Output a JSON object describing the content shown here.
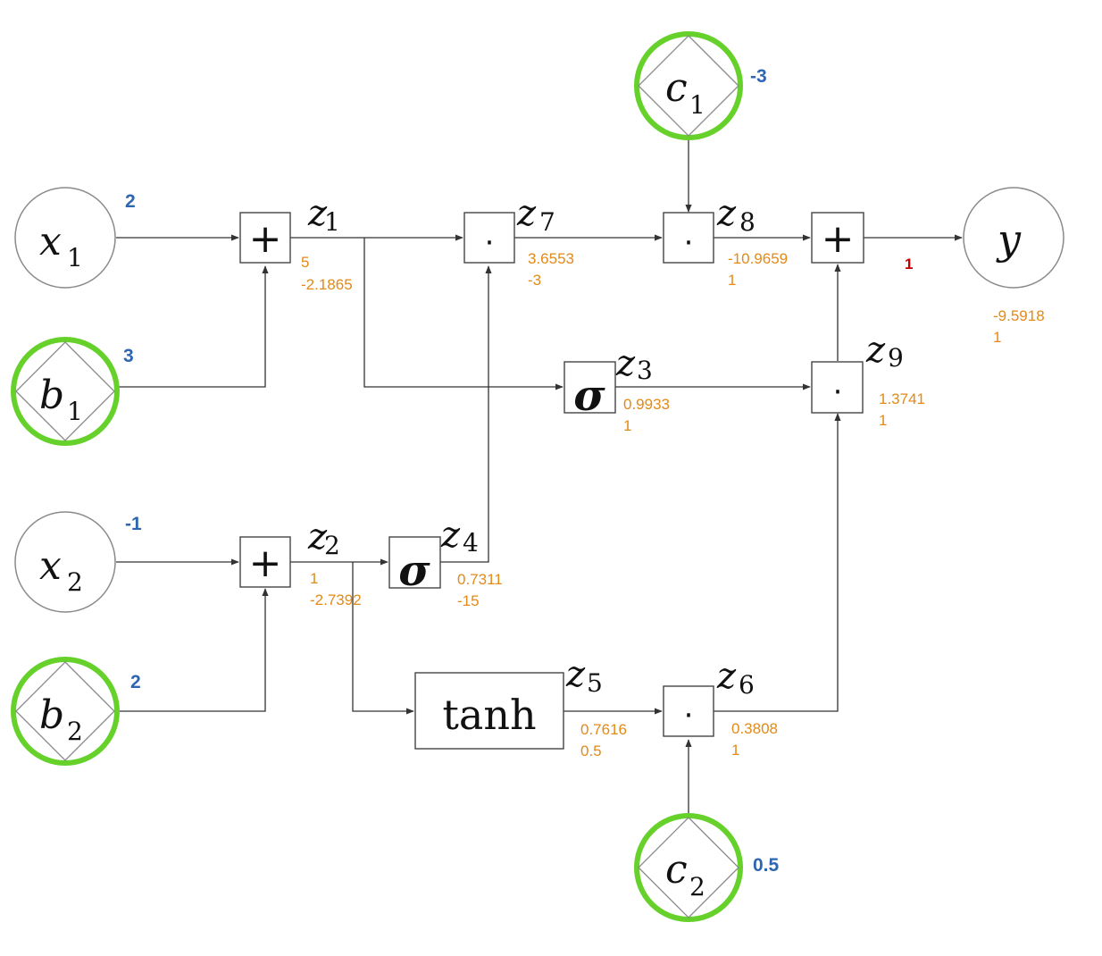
{
  "inputs": {
    "x1": {
      "name": "x",
      "sub": "1",
      "value": "2"
    },
    "b1": {
      "name": "b",
      "sub": "1",
      "value": "3"
    },
    "x2": {
      "name": "x",
      "sub": "2",
      "value": "-1"
    },
    "b2": {
      "name": "b",
      "sub": "2",
      "value": "2"
    },
    "c1": {
      "name": "c",
      "sub": "1",
      "value": "-3"
    },
    "c2": {
      "name": "c",
      "sub": "2",
      "value": "0.5"
    }
  },
  "output": {
    "name": "y",
    "forward": "-9.5918",
    "grad": "1",
    "incoming_grad": "1"
  },
  "ops": {
    "z1": {
      "symbol": "+",
      "label": "z",
      "sub": "1",
      "forward": "5",
      "grad": "-2.1865"
    },
    "z2": {
      "symbol": "+",
      "label": "z",
      "sub": "2",
      "forward": "1",
      "grad": "-2.7392"
    },
    "z3": {
      "symbol": "σ",
      "label": "z",
      "sub": "3",
      "forward": "0.9933",
      "grad": "1"
    },
    "z4": {
      "symbol": "σ",
      "label": "z",
      "sub": "4",
      "forward": "0.7311",
      "grad": "-15"
    },
    "z5": {
      "symbol": "tanh",
      "label": "z",
      "sub": "5",
      "forward": "0.7616",
      "grad": "0.5"
    },
    "z6": {
      "symbol": "·",
      "label": "z",
      "sub": "6",
      "forward": "0.3808",
      "grad": "1"
    },
    "z7": {
      "symbol": "·",
      "label": "z",
      "sub": "7",
      "forward": "3.6553",
      "grad": "-3"
    },
    "z8": {
      "symbol": "·",
      "label": "z",
      "sub": "8",
      "forward": "-10.9659",
      "grad": "1"
    },
    "z9": {
      "symbol": "·",
      "label": "z",
      "sub": "9",
      "forward": "1.3741",
      "grad": "1"
    },
    "sum": {
      "symbol": "+"
    }
  },
  "colors": {
    "highlight_ring": "#66d12a",
    "input_value": "#2e66b1",
    "forward_grad": "#e38a17",
    "output_grad": "#c00000"
  }
}
